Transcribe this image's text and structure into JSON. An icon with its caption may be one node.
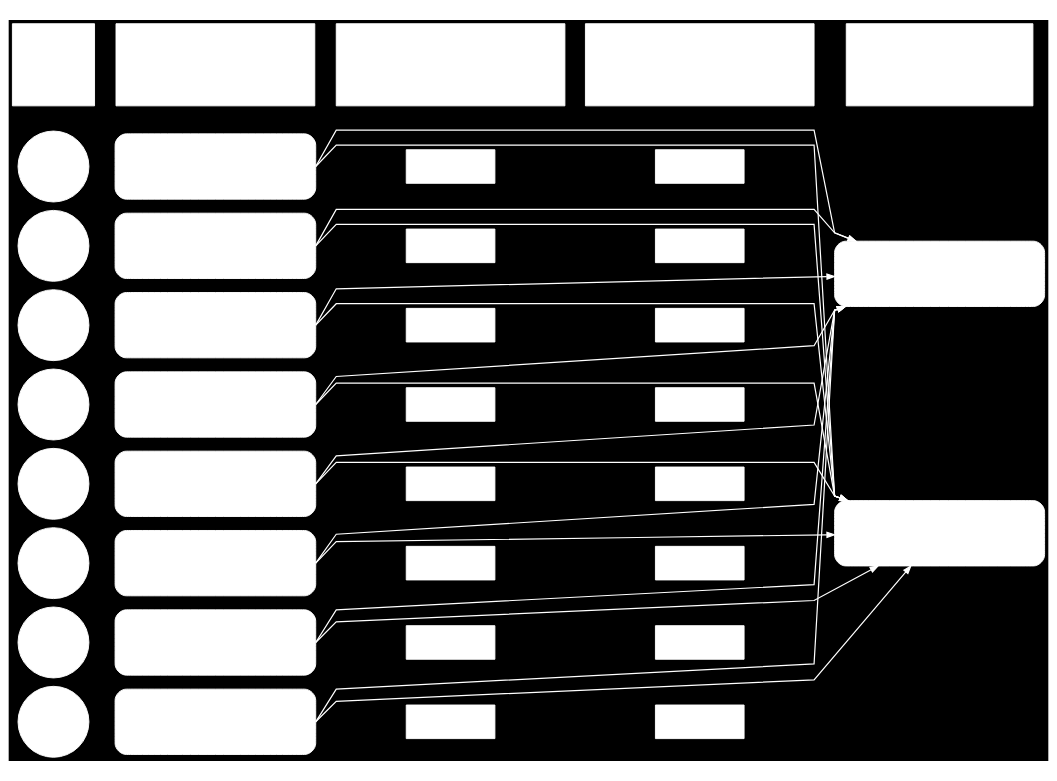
{
  "diagram": {
    "nodes": [
      {
        "text": [],
        "shape": "box"
      },
      {
        "text": [],
        "shape": "box"
      },
      {
        "text": [],
        "shape": "box"
      },
      {
        "text": [],
        "shape": "box"
      },
      {
        "text": [],
        "shape": "box"
      },
      {
        "text": [],
        "shape": "circle"
      },
      {
        "text": [],
        "shape": "circle"
      },
      {
        "text": [],
        "shape": "circle"
      },
      {
        "text": [],
        "shape": "circle"
      },
      {
        "text": [],
        "shape": "circle"
      },
      {
        "text": [],
        "shape": "circle"
      },
      {
        "text": [],
        "shape": "circle"
      },
      {
        "text": [],
        "shape": "circle"
      },
      {
        "text": [],
        "shape": "box"
      },
      {
        "text": [],
        "shape": "box"
      },
      {
        "text": [],
        "shape": "box"
      },
      {
        "text": [],
        "shape": "box"
      },
      {
        "text": [],
        "shape": "box"
      },
      {
        "text": [],
        "shape": "box"
      },
      {
        "text": [],
        "shape": "box"
      },
      {
        "text": [],
        "shape": "box"
      },
      {
        "text": [],
        "shape": "box"
      },
      {
        "text": [],
        "shape": "box"
      },
      {
        "text": [],
        "shape": "box"
      },
      {
        "text": [],
        "shape": "box"
      },
      {
        "text": [],
        "shape": "box"
      },
      {
        "text": [],
        "shape": "box"
      },
      {
        "text": [],
        "shape": "box"
      },
      {
        "text": [],
        "shape": "box"
      },
      {
        "text": [],
        "shape": "box"
      },
      {
        "text": [],
        "shape": "box"
      },
      {
        "text": [],
        "shape": "box"
      },
      {
        "text": [],
        "shape": "box"
      },
      {
        "text": [],
        "shape": "box"
      },
      {
        "text": [],
        "shape": "box"
      },
      {
        "text": [],
        "shape": "box"
      },
      {
        "text": [],
        "shape": "box"
      },
      {
        "text": [],
        "shape": "box"
      },
      {
        "text": [],
        "shape": "box"
      }
    ],
    "edges": [
      {
        "from": 13,
        "to": 37,
        "arrow": "to"
      },
      {
        "from": 13,
        "to": 38,
        "arrow": "to"
      },
      {
        "from": 14,
        "to": 37,
        "arrow": "to"
      },
      {
        "from": 14,
        "to": 38,
        "arrow": "to"
      },
      {
        "from": 15,
        "to": 37,
        "arrow": "to"
      },
      {
        "from": 15,
        "to": 38,
        "arrow": "to"
      },
      {
        "from": 16,
        "to": 37,
        "arrow": "to"
      },
      {
        "from": 16,
        "to": 38,
        "arrow": "to"
      },
      {
        "from": 17,
        "to": 37,
        "arrow": "to"
      },
      {
        "from": 17,
        "to": 38,
        "arrow": "to"
      },
      {
        "from": 18,
        "to": 37,
        "arrow": "to"
      },
      {
        "from": 18,
        "to": 38,
        "arrow": "to"
      },
      {
        "from": 19,
        "to": 37,
        "arrow": "to"
      },
      {
        "from": 19,
        "to": 38,
        "arrow": "to"
      },
      {
        "from": 20,
        "to": 37,
        "arrow": "to"
      },
      {
        "from": 20,
        "to": 38,
        "arrow": "to"
      }
    ]
  }
}
